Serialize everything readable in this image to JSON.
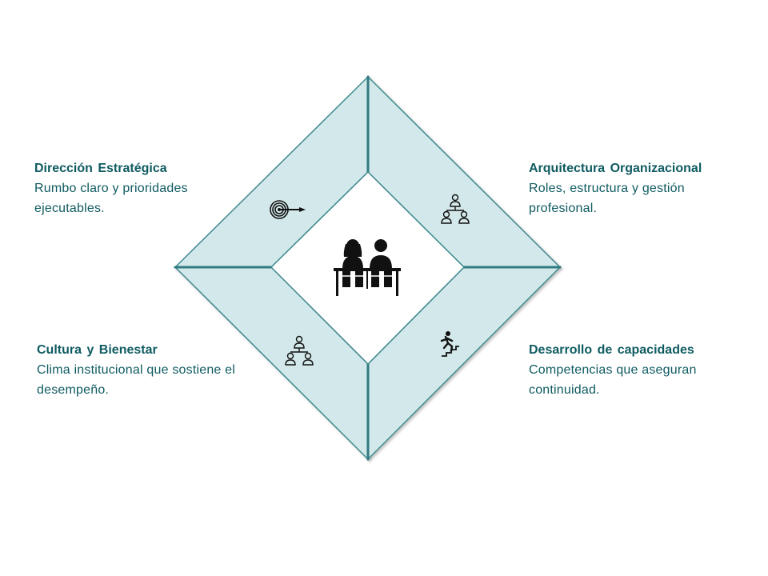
{
  "quadrants": {
    "top_left": {
      "title": "Dirección Estratégica",
      "description": "Rumbo claro y prioridades ejecutables.",
      "icon": "target-dart-icon"
    },
    "top_right": {
      "title": "Arquitectura Organizacional",
      "description": "Roles, estructura y gestión profesional.",
      "icon": "org-chart-icon"
    },
    "bottom_left": {
      "title": "Cultura y Bienestar",
      "description": "Clima institucional que sostiene el desempeño.",
      "icon": "org-chart-icon"
    },
    "bottom_right": {
      "title": "Desarrollo de capacidades",
      "description": "Competencias que aseguran continuidad.",
      "icon": "person-climbing-stairs-icon"
    }
  },
  "center": {
    "icon": "two-people-at-desk-icon"
  },
  "colors": {
    "panel_fill": "#d3e8ea",
    "panel_border": "#3f8a8f",
    "text": "#0f5b61",
    "center_fill": "#ffffff"
  }
}
